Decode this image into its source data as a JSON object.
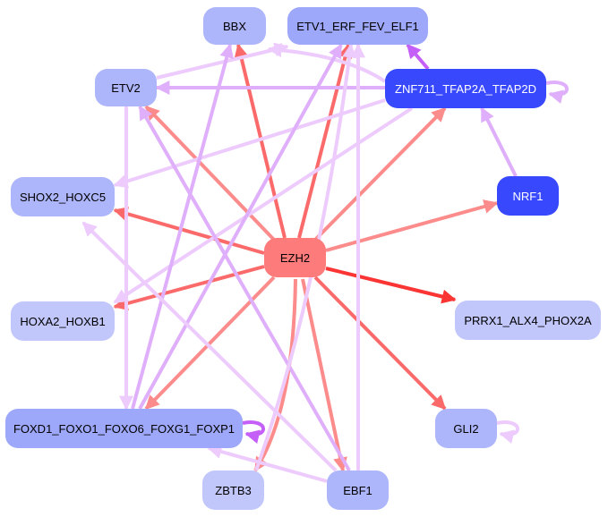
{
  "title": "Regulatory network",
  "colors": {
    "node_light": "#adb5fb",
    "node_lighter": "#c1c6fb",
    "node_mid": "#9ea8fa",
    "node_dark": "#3848fc",
    "node_hub": "#fd7b7b",
    "edge_red_strong": "#fb3434",
    "edge_red": "#fb6a6a",
    "edge_red_light": "#fc8c8c",
    "edge_purple": "#dfaffb",
    "edge_purple_light": "#edcbfd",
    "edge_purple_strong": "#c460f7"
  },
  "nodes": [
    {
      "id": "BBX",
      "label": "BBX",
      "fill": "node_light",
      "text": "#000000"
    },
    {
      "id": "ETV1",
      "label": "ETV1_ERF_FEV_ELF1",
      "fill": "node_mid",
      "text": "#000000"
    },
    {
      "id": "ETV2",
      "label": "ETV2",
      "fill": "node_light",
      "text": "#000000"
    },
    {
      "id": "ZNF711",
      "label": "ZNF711_TFAP2A_TFAP2D",
      "fill": "node_dark",
      "text": "#ffffff"
    },
    {
      "id": "SHOX2",
      "label": "SHOX2_HOXC5",
      "fill": "node_light",
      "text": "#000000"
    },
    {
      "id": "NRF1",
      "label": "NRF1",
      "fill": "node_dark",
      "text": "#ffffff"
    },
    {
      "id": "EZH2",
      "label": "EZH2",
      "fill": "node_hub",
      "text": "#000000"
    },
    {
      "id": "HOXA2",
      "label": "HOXA2_HOXB1",
      "fill": "node_lighter",
      "text": "#000000"
    },
    {
      "id": "PRRX1",
      "label": "PRRX1_ALX4_PHOX2A",
      "fill": "node_lighter",
      "text": "#000000"
    },
    {
      "id": "FOXD1",
      "label": "FOXD1_FOXO1_FOXO6_FOXG1_FOXP1",
      "fill": "node_mid",
      "text": "#000000"
    },
    {
      "id": "GLI2",
      "label": "GLI2",
      "fill": "node_light",
      "text": "#000000"
    },
    {
      "id": "ZBTB3",
      "label": "ZBTB3",
      "fill": "node_lighter",
      "text": "#000000"
    },
    {
      "id": "EBF1",
      "label": "EBF1",
      "fill": "node_light",
      "text": "#000000"
    }
  ],
  "edges": [
    {
      "from": "EZH2",
      "to": "BBX",
      "color": "edge_red"
    },
    {
      "from": "EZH2",
      "to": "ETV1",
      "color": "edge_red"
    },
    {
      "from": "EZH2",
      "to": "ETV2",
      "color": "edge_red_light"
    },
    {
      "from": "EZH2",
      "to": "ZNF711",
      "color": "edge_red_light"
    },
    {
      "from": "EZH2",
      "to": "SHOX2",
      "color": "edge_red"
    },
    {
      "from": "EZH2",
      "to": "NRF1",
      "color": "edge_red_light"
    },
    {
      "from": "EZH2",
      "to": "HOXA2",
      "color": "edge_red"
    },
    {
      "from": "EZH2",
      "to": "PRRX1",
      "color": "edge_red_strong"
    },
    {
      "from": "EZH2",
      "to": "FOXD1",
      "color": "edge_red_light"
    },
    {
      "from": "EZH2",
      "to": "GLI2",
      "color": "edge_red"
    },
    {
      "from": "EZH2",
      "to": "ZBTB3",
      "color": "edge_red_light"
    },
    {
      "from": "EZH2",
      "to": "EBF1",
      "color": "edge_red_light"
    },
    {
      "from": "ZNF711",
      "to": "ETV1",
      "color": "edge_purple_strong"
    },
    {
      "from": "ZNF711",
      "to": "ETV2",
      "color": "edge_purple"
    },
    {
      "from": "ZNF711",
      "to": "BBX",
      "color": "edge_purple_light"
    },
    {
      "from": "ZNF711",
      "to": "SHOX2",
      "color": "edge_purple_light"
    },
    {
      "from": "ZNF711",
      "to": "HOXA2",
      "color": "edge_purple_light"
    },
    {
      "from": "ZNF711",
      "to": "ZNF711",
      "color": "edge_purple"
    },
    {
      "from": "NRF1",
      "to": "ZNF711",
      "color": "edge_purple"
    },
    {
      "from": "ETV2",
      "to": "ETV1",
      "color": "edge_purple_light"
    },
    {
      "from": "ETV2",
      "to": "FOXD1",
      "color": "edge_purple_light"
    },
    {
      "from": "FOXD1",
      "to": "BBX",
      "color": "edge_purple"
    },
    {
      "from": "FOXD1",
      "to": "ETV1",
      "color": "edge_purple"
    },
    {
      "from": "FOXD1",
      "to": "FOXD1",
      "color": "edge_purple_strong"
    },
    {
      "from": "EBF1",
      "to": "ETV1",
      "color": "edge_purple_light"
    },
    {
      "from": "EBF1",
      "to": "ETV2",
      "color": "edge_purple"
    },
    {
      "from": "EBF1",
      "to": "SHOX2",
      "color": "edge_purple_light"
    },
    {
      "from": "EBF1",
      "to": "FOXD1",
      "color": "edge_purple_light"
    },
    {
      "from": "ZBTB3",
      "to": "ETV1",
      "color": "edge_purple_light"
    },
    {
      "from": "GLI2",
      "to": "GLI2",
      "color": "edge_purple_light"
    }
  ]
}
